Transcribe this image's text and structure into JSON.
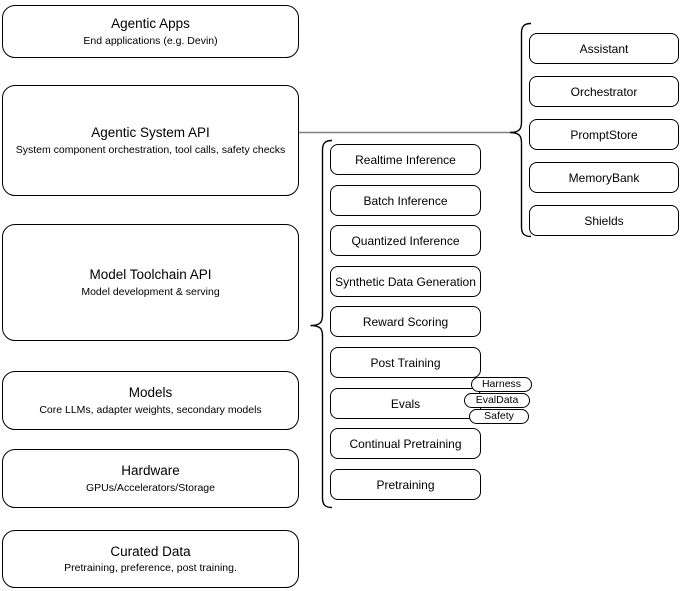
{
  "colors": {
    "border": "#000000",
    "fill": "#ffffff",
    "text": "#000000",
    "connector": "#808080"
  },
  "stack": {
    "left_column": [
      {
        "title": "Agentic Apps",
        "subtitle": "End applications (e.g. Devin)"
      },
      {
        "title": "Agentic System API",
        "subtitle": "System component orchestration, tool calls, safety checks"
      },
      {
        "title": "Model Toolchain API",
        "subtitle": "Model development & serving"
      },
      {
        "title": "Models",
        "subtitle": "Core LLMs, adapter weights, secondary models"
      },
      {
        "title": "Hardware",
        "subtitle": "GPUs/Accelerators/Storage"
      },
      {
        "title": "Curated Data",
        "subtitle": "Pretraining, preference, post training."
      }
    ],
    "toolchain_services": [
      "Realtime Inference",
      "Batch Inference",
      "Quantized Inference",
      "Synthetic Data Generation",
      "Reward Scoring",
      "Post Training",
      "Evals",
      "Continual Pretraining",
      "Pretraining"
    ],
    "evals_tags": [
      "Harness",
      "EvalData",
      "Safety"
    ],
    "system_components": [
      "Assistant",
      "Orchestrator",
      "PromptStore",
      "MemoryBank",
      "Shields"
    ]
  }
}
